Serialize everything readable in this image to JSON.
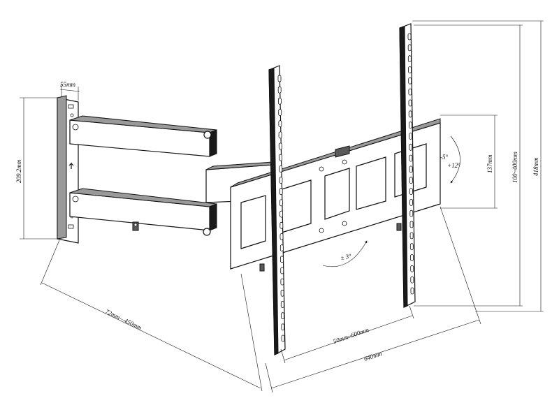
{
  "dimensions": {
    "bracket_depth": "55mm",
    "wallplate_height": "209.2mm",
    "arm_extension": "72mm—450mm",
    "horizontal_vesa": "50mm~600mm",
    "total_width": "640mm",
    "vertical_vesa": "100~400mm",
    "total_height": "418mm",
    "frame_height": "137mm",
    "tilt_down": "-5°",
    "tilt_up": "+12°",
    "rotation": "± 3°"
  }
}
